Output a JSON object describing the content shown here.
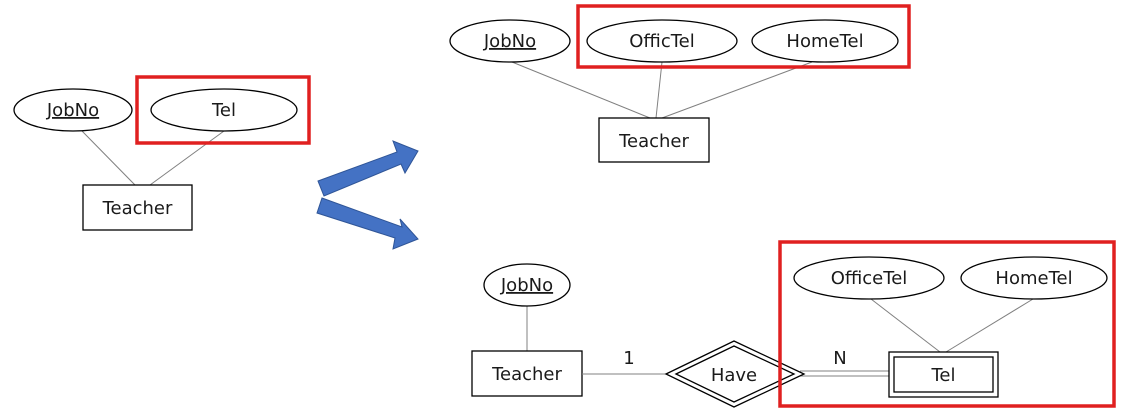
{
  "colors": {
    "stroke": "#000000",
    "link": "#808080",
    "highlight": "#e02020",
    "arrow": "#4472c4"
  },
  "left": {
    "entity": "Teacher",
    "attr_key": "JobNo",
    "attr_tel": "Tel"
  },
  "top_right": {
    "entity": "Teacher",
    "attr_key": "JobNo",
    "attr_office": "OfficTel",
    "attr_home": "HomeTel"
  },
  "bottom_right": {
    "entity": "Teacher",
    "attr_key": "JobNo",
    "relationship": "Have",
    "card_left": "1",
    "card_right": "N",
    "weak_entity": "Tel",
    "attr_office": "OfficeTel",
    "attr_home": "HomeTel"
  },
  "arrows": [
    "arrow-up-right-icon",
    "arrow-down-right-icon"
  ]
}
